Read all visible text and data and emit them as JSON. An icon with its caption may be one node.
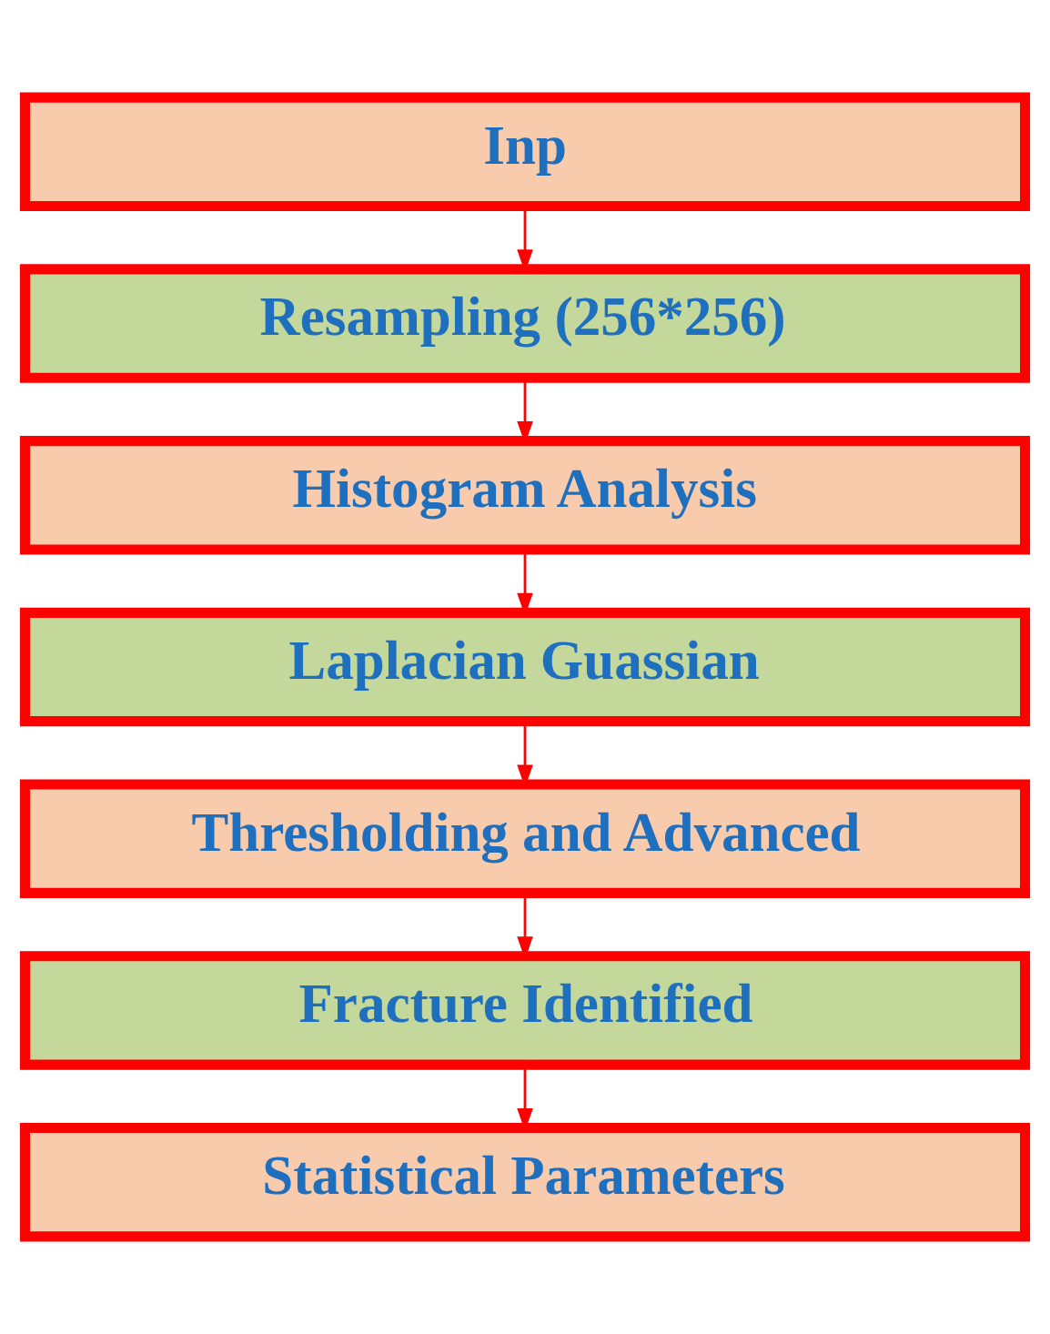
{
  "diagram": {
    "nodes": [
      {
        "text": [
          "Inp"
        ]
      },
      {
        "text": [
          "Resampling (256*256)"
        ]
      },
      {
        "text": [
          "Histogram Analysis"
        ]
      },
      {
        "text": [
          "Laplacian Guassian"
        ]
      },
      {
        "text": [
          "Thresholding and Advanced"
        ]
      },
      {
        "text": [
          "Fracture Identified"
        ]
      },
      {
        "text": [
          "Statistical Parameters"
        ]
      }
    ],
    "edges": [
      {
        "from": 0,
        "to": 1,
        "arrow": "to"
      },
      {
        "from": 1,
        "to": 2,
        "arrow": "to"
      },
      {
        "from": 2,
        "to": 3,
        "arrow": "to"
      },
      {
        "from": 3,
        "to": 4,
        "arrow": "to"
      },
      {
        "from": 4,
        "to": 5,
        "arrow": "to"
      },
      {
        "from": 5,
        "to": 6,
        "arrow": "to"
      }
    ]
  }
}
